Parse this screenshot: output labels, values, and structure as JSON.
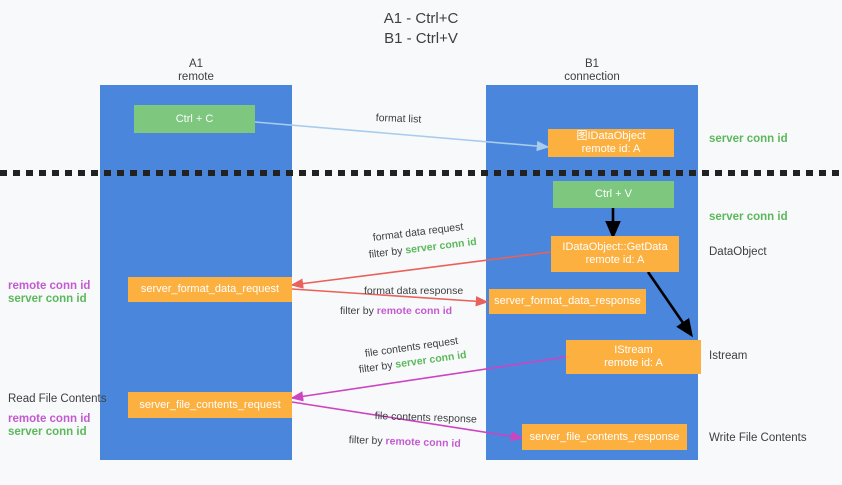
{
  "title": {
    "line1": "A1 - Ctrl+C",
    "line2": "B1 - Ctrl+V"
  },
  "columns": [
    {
      "name": "A1",
      "sub": "remote"
    },
    {
      "name": "B1",
      "sub": "connection"
    }
  ],
  "boxes": {
    "ctrl_c": "Ctrl + C",
    "ctrl_v": "Ctrl + V",
    "idataobject": "图IDataObject\nremote id: A",
    "idataobject_getdata": "IDataObject::GetData\nremote id: A",
    "istream": "IStream\nremote id: A",
    "server_format_data_request": "server_format_data_request",
    "server_format_data_response": "server_format_data_response",
    "server_file_contents_request": "server_file_contents_request",
    "server_file_contents_response": "server_file_contents_response"
  },
  "right_labels": {
    "server_conn_id_1": "server conn id",
    "server_conn_id_2": "server conn id",
    "dataobject": "DataObject",
    "istream": "Istream",
    "write_file_contents": "Write File Contents"
  },
  "left_labels": {
    "remote_conn_id_1": "remote conn id",
    "server_conn_id_1": "server conn id",
    "read_file_contents": "Read File Contents",
    "remote_conn_id_2": "remote conn id",
    "server_conn_id_2": "server conn id"
  },
  "arrow_labels": {
    "format_list": "format list",
    "format_data_request": "format data request",
    "format_data_request_filter_prefix": "filter by ",
    "format_data_request_filter_key": "server conn id",
    "format_data_response": "format data response",
    "format_data_response_filter_prefix": "filter by ",
    "format_data_response_filter_key": "remote conn id",
    "file_contents_request": "file contents request",
    "file_contents_request_filter_prefix": "filter by ",
    "file_contents_request_filter_key": "server conn id",
    "file_contents_response": "file contents response",
    "file_contents_response_filter_prefix": "filter by ",
    "file_contents_response_filter_key": "remote conn id"
  },
  "colors": {
    "lane": "#4a86dc",
    "orange": "#fbb040",
    "green_box": "#7dc77f",
    "green_text": "#5cb85c",
    "magenta_text": "#c45ad0",
    "arrow_light_blue": "#a8cbee",
    "arrow_red": "#e8615a",
    "arrow_magenta": "#cc44c0",
    "arrow_black": "#000000",
    "background": "#f8f9fa"
  }
}
